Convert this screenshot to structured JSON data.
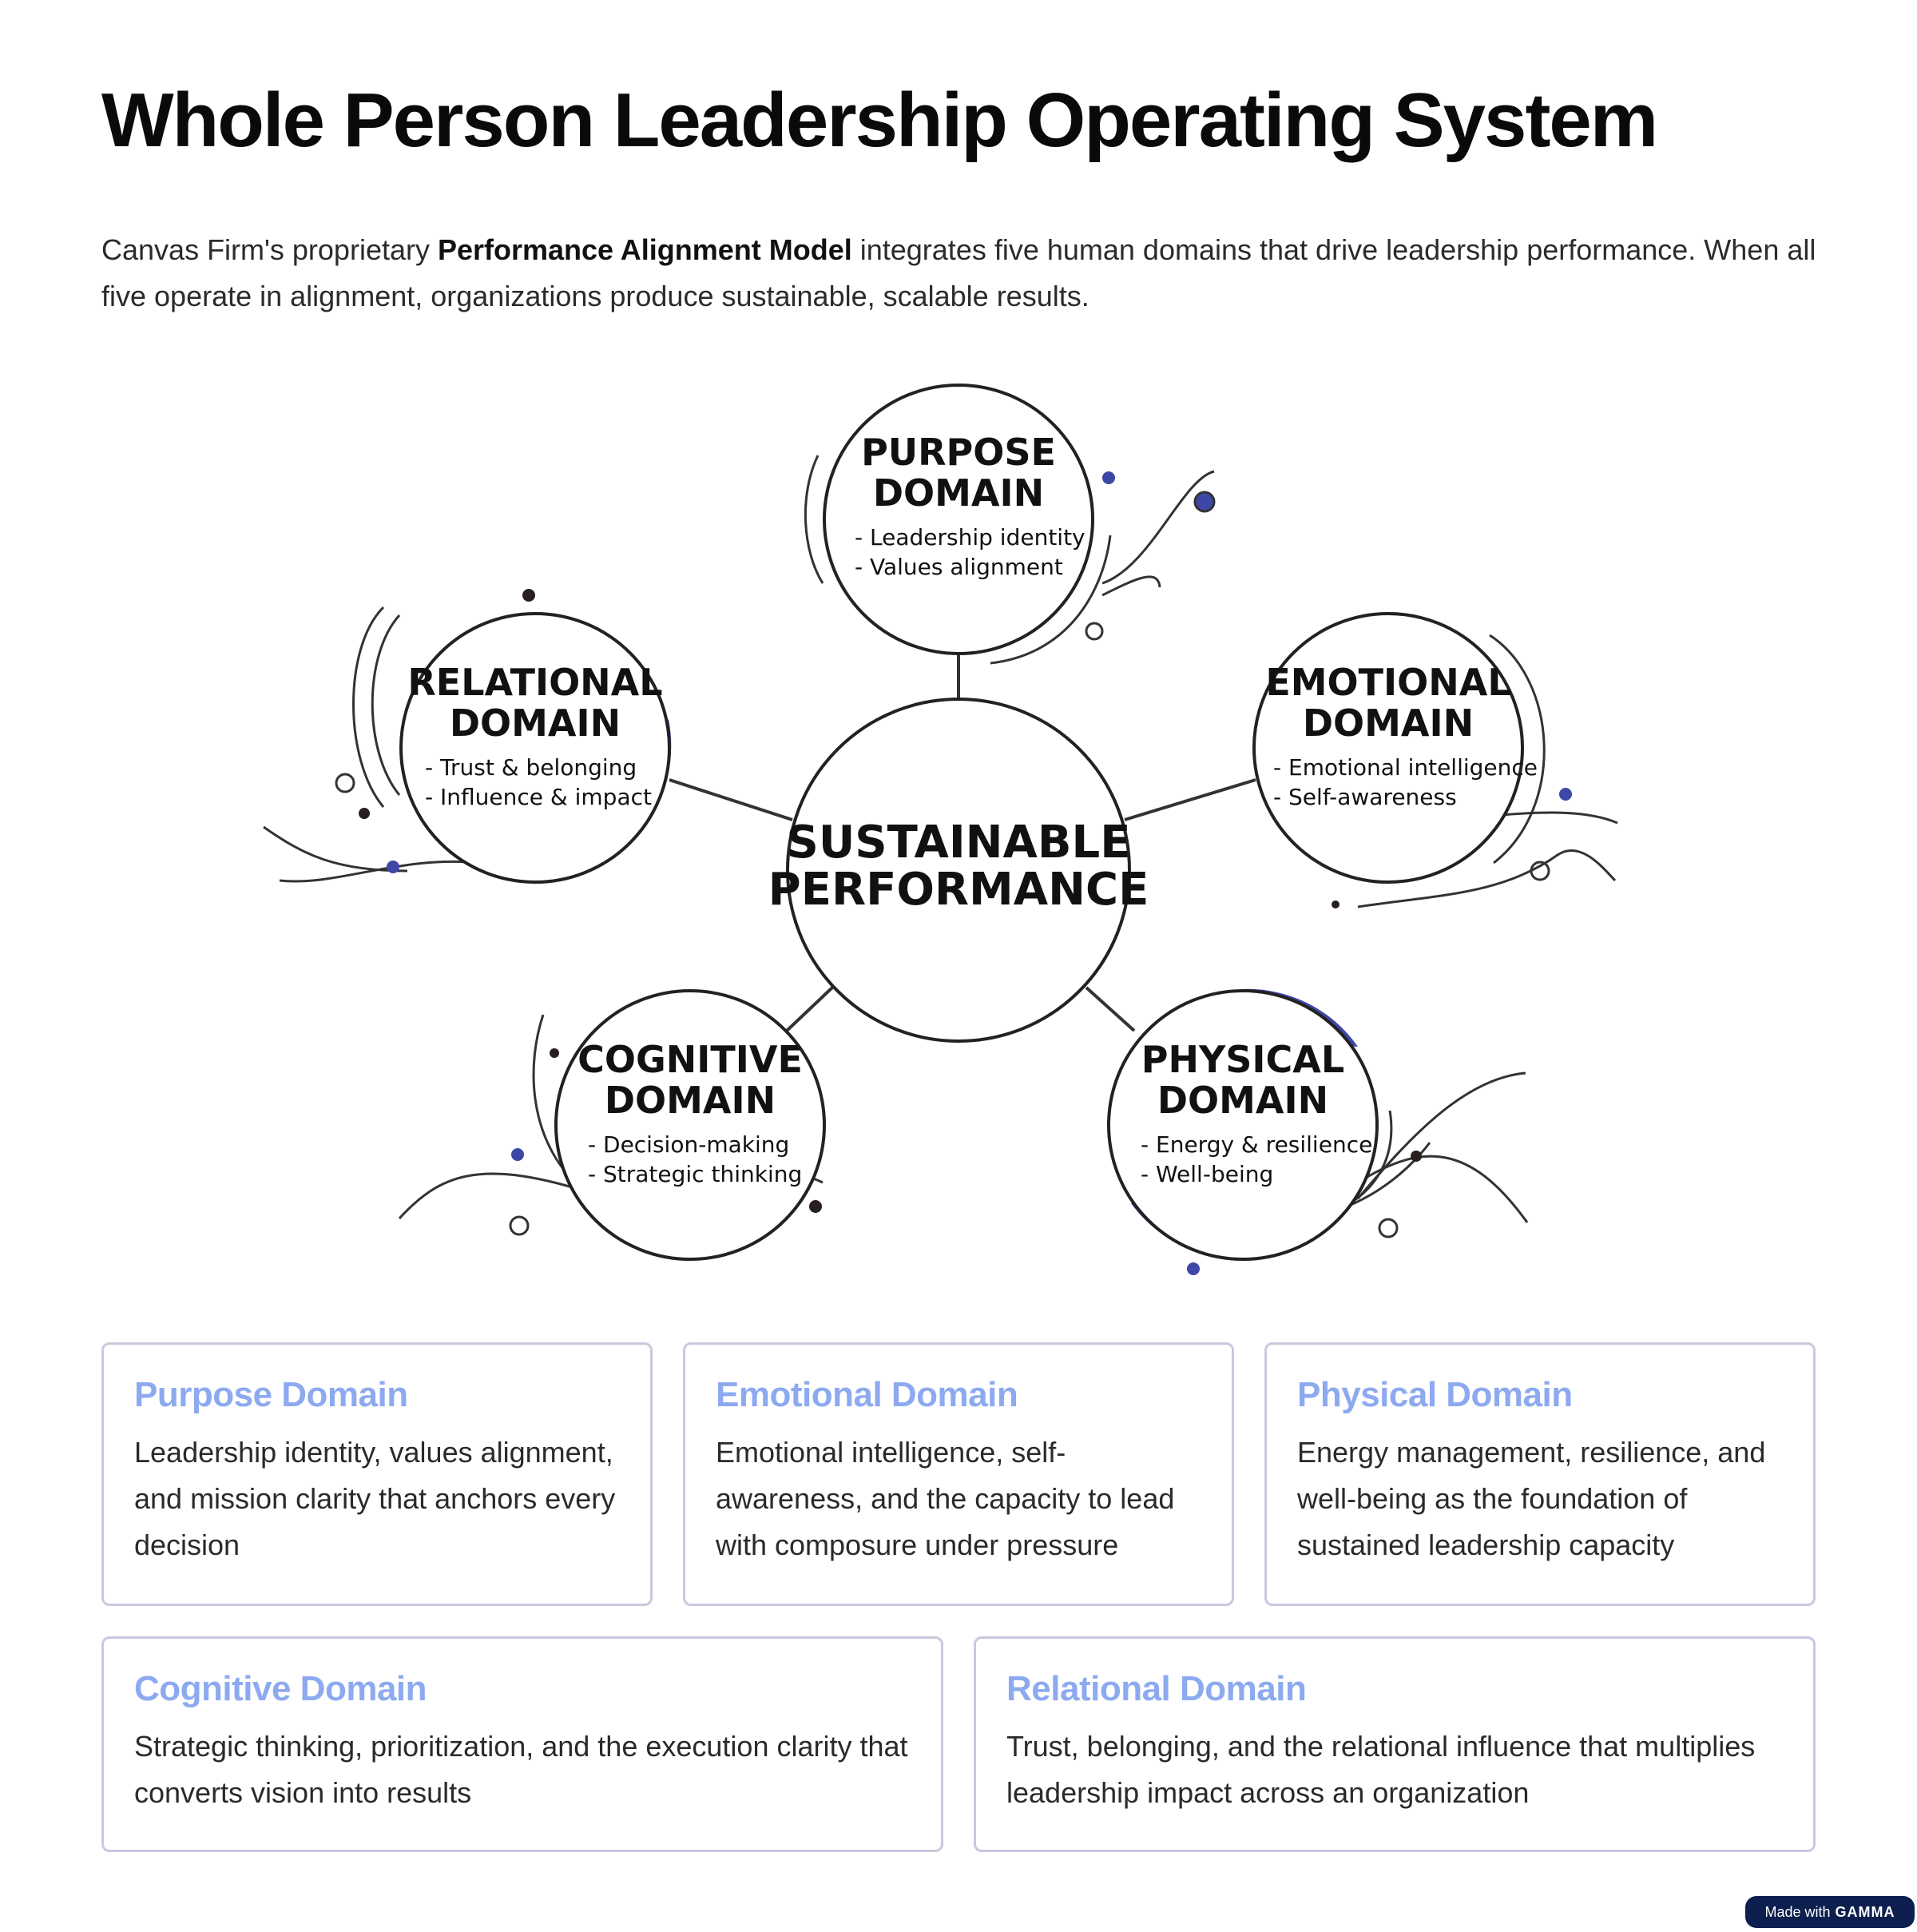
{
  "page": {
    "title": "Whole Person Leadership Operating System",
    "intro_before": "Canvas Firm's proprietary ",
    "intro_bold": "Performance Alignment Model",
    "intro_after": " integrates five human domains that drive leadership performance. When all five operate in alignment, organizations produce sustainable, scalable results."
  },
  "diagram": {
    "center": {
      "line1": "SUSTAINABLE",
      "line2": "PERFORMANCE"
    },
    "accent_color": "#3d47a6",
    "nodes": {
      "purpose": {
        "line1": "PURPOSE",
        "line2": "DOMAIN",
        "item1": "- Leadership identity",
        "item2": "- Values alignment"
      },
      "emotional": {
        "line1": "EMOTIONAL",
        "line2": "DOMAIN",
        "item1": "- Emotional intelligence",
        "item2": "- Self-awareness"
      },
      "relational": {
        "line1": "RELATIONAL",
        "line2": "DOMAIN",
        "item1": "- Trust & belonging",
        "item2": "- Influence & impact"
      },
      "cognitive": {
        "line1": "COGNITIVE",
        "line2": "DOMAIN",
        "item1": "- Decision-making",
        "item2": "- Strategic thinking"
      },
      "physical": {
        "line1": "PHYSICAL",
        "line2": "DOMAIN",
        "item1": "- Energy & resilience",
        "item2": "- Well-being"
      }
    }
  },
  "cards": {
    "purpose": {
      "title": "Purpose Domain",
      "body": "Leadership identity, values alignment, and mission clarity that anchors every decision"
    },
    "emotional": {
      "title": "Emotional Domain",
      "body": "Emotional intelligence, self-awareness, and the capacity to lead with composure under pressure"
    },
    "physical": {
      "title": "Physical Domain",
      "body": "Energy management, resilience, and well-being as the foundation of sustained leadership capacity"
    },
    "cognitive": {
      "title": "Cognitive Domain",
      "body": "Strategic thinking, prioritization, and the execution clarity that converts vision into results"
    },
    "relational": {
      "title": "Relational Domain",
      "body": "Trust, belonging, and the relational influence that multiplies leadership impact across an organization"
    }
  },
  "badge": {
    "prefix": "Made with",
    "brand": "GAMMA"
  }
}
